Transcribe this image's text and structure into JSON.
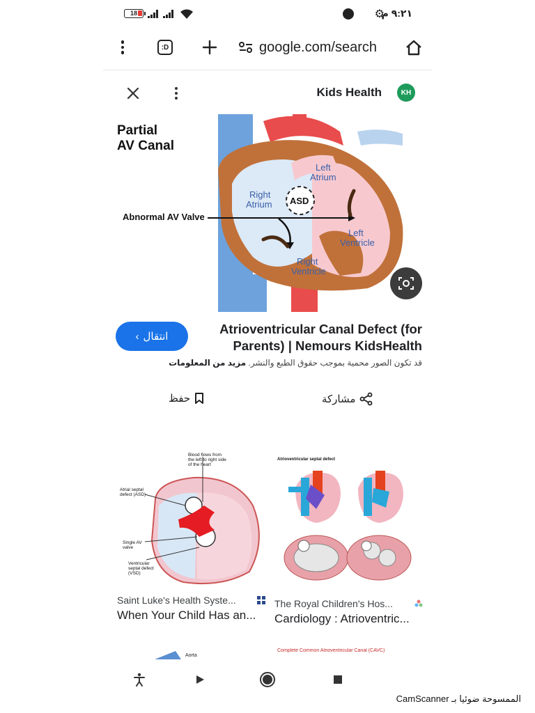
{
  "status_bar": {
    "battery": "18",
    "time": "٩:٢١ م",
    "colors": {
      "battery_low": "#e53935"
    }
  },
  "browser": {
    "url": "google.com/search",
    "tabs_label": ":D"
  },
  "viewer": {
    "source_name": "Kids Health",
    "source_logo": "KH",
    "hero_image": {
      "title_line1": "Partial",
      "title_line2": "AV Canal",
      "label_left_atrium_1": "Left",
      "label_left_atrium_2": "Atrium",
      "label_right_atrium_1": "Right",
      "label_right_atrium_2": "Atrium",
      "label_asd": "ASD",
      "label_valve": "Abnormal AV Valve",
      "label_left_ventricle_1": "Left",
      "label_left_ventricle_2": "Ventricle",
      "label_right_ventricle_1": "Right",
      "label_right_ventricle_2": "Ventricle"
    },
    "visit_button": "انتقال",
    "result_title": "Atrioventricular Canal Defect (for Parents) | Nemours KidsHealth",
    "copyright_text": "قد تكون الصور محمية بموجب حقوق الطبع والنشر.",
    "more_info": "مزيد من المعلومات",
    "save_label": "حفظ",
    "share_label": "مشاركة",
    "colors": {
      "accent": "#1a73e8",
      "logo": "#1e9b5b"
    }
  },
  "related": [
    {
      "source": "Saint Luke's Health Syste...",
      "title": "When Your Child Has an...",
      "thumb_labels": {
        "flow_1": "Blood flows from",
        "flow_2": "the left to right side",
        "flow_3": "of the heart",
        "asd_1": "Atrial septal",
        "asd_2": "defect (ASD)",
        "valve_1": "Single AV",
        "valve_2": "valve",
        "vsd_1": "Ventricular",
        "vsd_2": "septal defect",
        "vsd_3": "(VSD)"
      }
    },
    {
      "source": "The Royal Children's Hos...",
      "title": "Cardiology : Atrioventric...",
      "thumb_labels": {
        "header": "Atrioventricular septal defect"
      }
    }
  ],
  "peek": {
    "left": "Aorta",
    "right": "Complete Common Atrioventricular Canal (CAVC)"
  },
  "watermark": "الممسوحة ضوئيا بـ CamScanner"
}
